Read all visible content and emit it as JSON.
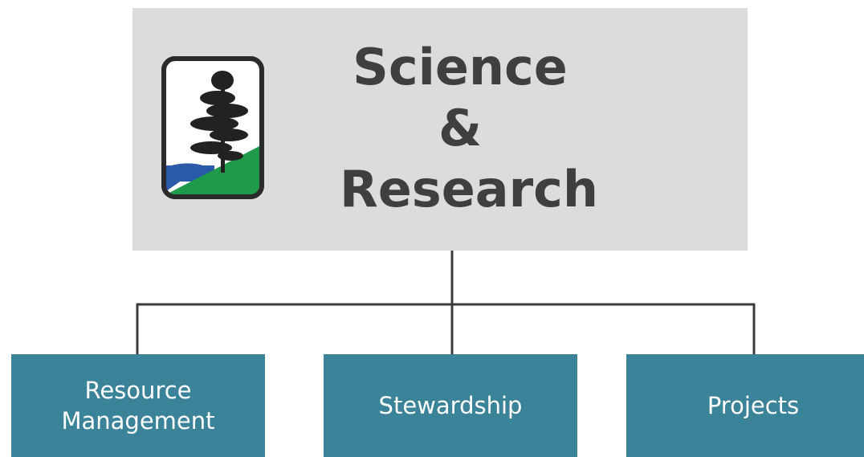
{
  "header": {
    "title_line1": "Science",
    "title_line2": "&",
    "title_line3": "Research",
    "logo_icon": "pine-tree-logo-icon",
    "colors": {
      "box_background": "#dcdcdd",
      "title_text": "#3f3f41",
      "logo_water": "#2a5aa8",
      "logo_land": "#1e9a4a",
      "logo_frame": "#2b2b2b"
    }
  },
  "children": [
    {
      "line1": "Resource",
      "line2": "Management"
    },
    {
      "line1": "Stewardship",
      "line2": ""
    },
    {
      "line1": "Projects",
      "line2": ""
    }
  ],
  "colors": {
    "child_background": "#3a8399",
    "child_text": "#ffffff",
    "connector": "#3b3b3b"
  }
}
